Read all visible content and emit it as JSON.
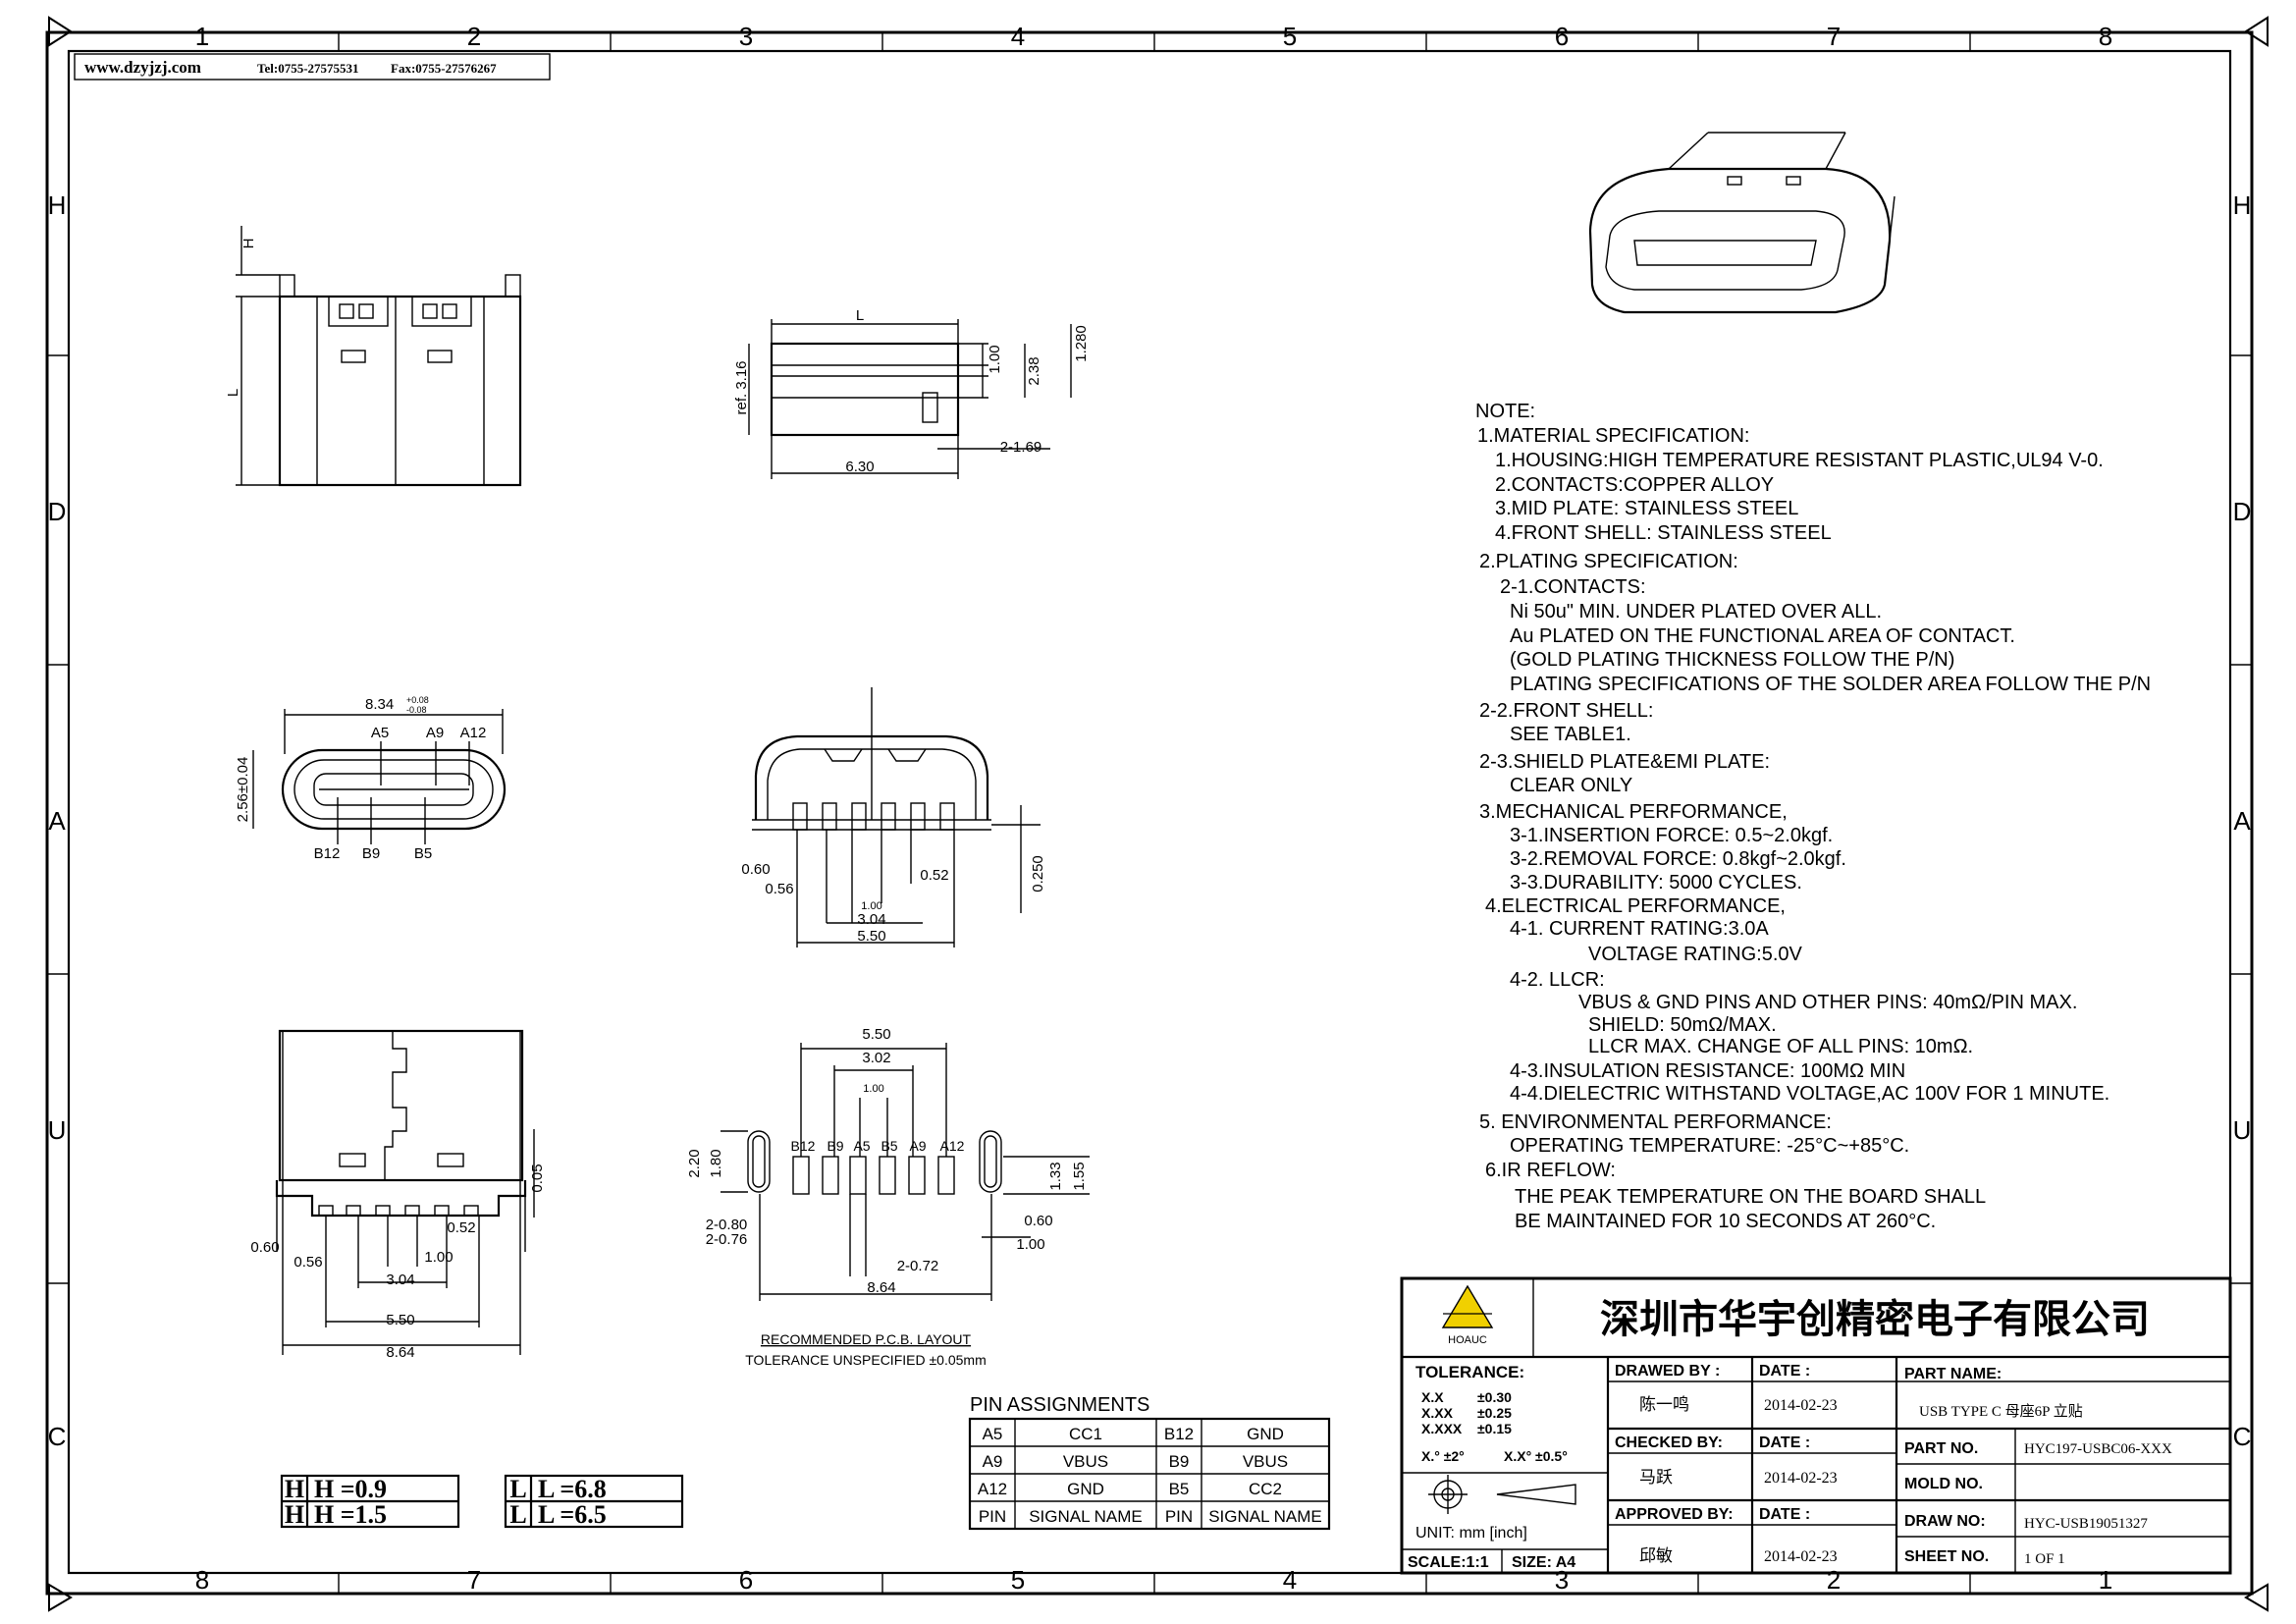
{
  "header": {
    "website": "www.dzyjzj.com",
    "tel": "Tel:0755-27575531",
    "fax": "Fax:0755-27576267"
  },
  "zones": {
    "top": [
      "1",
      "2",
      "3",
      "4",
      "5",
      "6",
      "7",
      "8"
    ],
    "bottom": [
      "8",
      "7",
      "6",
      "5",
      "4",
      "3",
      "2",
      "1"
    ],
    "left": [
      "H",
      "D",
      "A",
      "U",
      "C"
    ],
    "right": [
      "H",
      "D",
      "A",
      "U",
      "C"
    ]
  },
  "dims": {
    "side_h": "H",
    "side_l": "L",
    "ref": "ref. 3.16",
    "d630": "6.30",
    "d100a": "1.00",
    "d238": "2.38",
    "d1280": "1.280",
    "d2169": "2-1.69",
    "width_834": "8.34",
    "width_tol_plus": "+0.08",
    "width_tol_minus": "-0.08",
    "height_256": "2.56±0.04",
    "pin_a5": "A5",
    "pin_a9": "A9",
    "pin_a12": "A12",
    "pin_b12": "B12",
    "pin_b9": "B9",
    "pin_b5": "B5",
    "d060": "0.60",
    "d056": "0.56",
    "d100b": "1.00",
    "d052": "0.52",
    "d304": "3.04",
    "d550": "5.50",
    "d0250": "0.250",
    "d005": "0.05",
    "d864": "8.64",
    "pcb_550": "5.50",
    "pcb_302": "3.02",
    "pcb_100": "1.00",
    "pcb_220": "2.20",
    "pcb_180": "1.80",
    "pcb_133": "1.33",
    "pcb_155": "1.55",
    "pcb_2080": "2-0.80",
    "pcb_2076": "2-0.76",
    "pcb_2072": "2-0.72",
    "pcb_060": "0.60",
    "pcb_100b": "1.00",
    "pcb_864": "8.64",
    "pcb_pins": [
      "B12",
      "B9",
      "A5",
      "B5",
      "A9",
      "A12"
    ]
  },
  "layout_caption": {
    "line1": "RECOMMENDED  P.C.B. LAYOUT",
    "line2": "TOLERANCE UNSPECIFIED ±0.05mm"
  },
  "hl_table": {
    "rows": [
      {
        "h_sym": "H",
        "h_val": "H =0.9",
        "l_sym": "L",
        "l_val": "L =6.8"
      },
      {
        "h_sym": "H",
        "h_val": "H =1.5",
        "l_sym": "L",
        "l_val": "L =6.5"
      }
    ]
  },
  "pin_assignments": {
    "title": "PIN ASSIGNMENTS",
    "rows": [
      [
        "A5",
        "CC1",
        "B12",
        "GND"
      ],
      [
        "A9",
        "VBUS",
        "B9",
        "VBUS"
      ],
      [
        "A12",
        "GND",
        "B5",
        "CC2"
      ],
      [
        "PIN",
        "SIGNAL NAME",
        "PIN",
        "SIGNAL NAME"
      ]
    ]
  },
  "notes": [
    "NOTE:",
    "1.MATERIAL SPECIFICATION:",
    "1.HOUSING:HIGH TEMPERATURE RESISTANT PLASTIC,UL94 V-0.",
    "2.CONTACTS:COPPER ALLOY",
    "3.MID PLATE: STAINLESS STEEL",
    "4.FRONT SHELL: STAINLESS STEEL",
    "2.PLATING SPECIFICATION:",
    "2-1.CONTACTS:",
    "Ni 50u\" MIN. UNDER PLATED OVER ALL.",
    "Au PLATED ON THE FUNCTIONAL AREA OF CONTACT.",
    "(GOLD PLATING THICKNESS FOLLOW THE P/N)",
    "PLATING SPECIFICATIONS OF THE SOLDER AREA FOLLOW THE P/N",
    "2-2.FRONT SHELL:",
    "SEE TABLE1.",
    "2-3.SHIELD PLATE&EMI PLATE:",
    "CLEAR ONLY",
    "3.MECHANICAL PERFORMANCE,",
    "3-1.INSERTION FORCE: 0.5~2.0kgf.",
    "3-2.REMOVAL FORCE: 0.8kgf~2.0kgf.",
    "3-3.DURABILITY: 5000 CYCLES.",
    "4.ELECTRICAL PERFORMANCE,",
    "4-1. CURRENT RATING:3.0A",
    "VOLTAGE RATING:5.0V",
    "4-2. LLCR:",
    "VBUS & GND PINS AND OTHER PINS: 40mΩ/PIN MAX.",
    "SHIELD: 50mΩ/MAX.",
    "LLCR MAX. CHANGE OF ALL PINS: 10mΩ.",
    "4-3.INSULATION RESISTANCE: 100MΩ   MIN",
    "4-4.DIELECTRIC WITHSTAND VOLTAGE,AC 100V FOR 1 MINUTE.",
    "5. ENVIRONMENTAL PERFORMANCE:",
    "OPERATING TEMPERATURE: -25°C~+85°C.",
    "6.IR REFLOW:",
    "THE PEAK TEMPERATURE ON THE BOARD SHALL",
    "BE MAINTAINED FOR 10 SECONDS AT 260°C."
  ],
  "title_block": {
    "company": "深圳市华宇创精密电子有限公司",
    "logo_text": "HOAUC",
    "tolerance_label": "TOLERANCE:",
    "tol_x": "X.X",
    "tol_x_val": "±0.30",
    "tol_xx": "X.XX",
    "tol_xx_val": "±0.25",
    "tol_xxx": "X.XXX",
    "tol_xxx_val": "±0.15",
    "tol_ang1": "X.° ±2°",
    "tol_ang2": "X.X° ±0.5°",
    "unit": "UNIT:  mm  [inch]",
    "scale": "SCALE:1:1",
    "size": "SIZE: A4",
    "drawn_by_label": "DRAWED BY :",
    "drawn_by": "陈一鸣",
    "checked_by_label": "CHECKED BY:",
    "checked_by": "马跃",
    "approved_by_label": "APPROVED BY:",
    "approved_by": "邱敏",
    "date_label": "DATE :",
    "date1": "2014-02-23",
    "date2": "2014-02-23",
    "date3": "2014-02-23",
    "part_name_label": "PART NAME:",
    "part_name": "USB TYPE C 母座6P 立贴",
    "part_no_label": "PART NO.",
    "part_no": "HYC197-USBC06-XXX",
    "mold_no_label": "MOLD NO.",
    "mold_no": "",
    "draw_no_label": "DRAW NO:",
    "draw_no": "HYC-USB19051327",
    "sheet_no_label": "SHEET NO.",
    "sheet_no": "1 OF 1"
  }
}
